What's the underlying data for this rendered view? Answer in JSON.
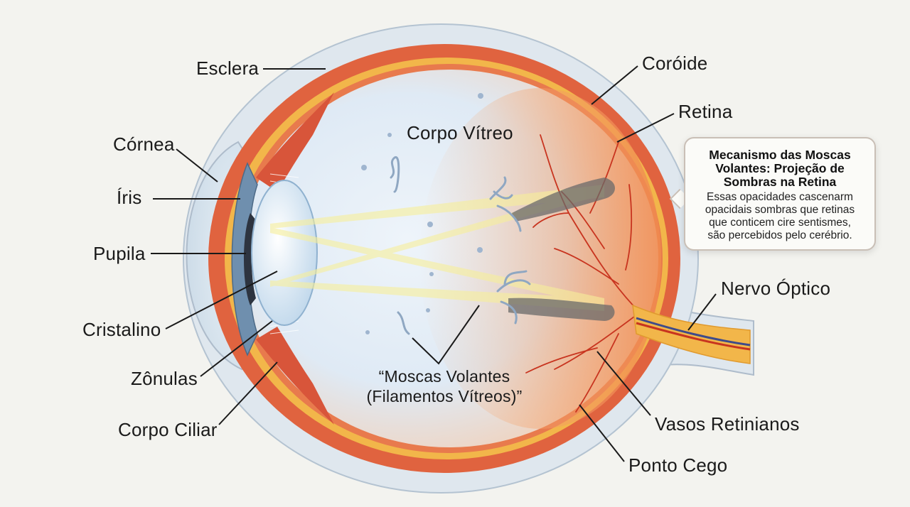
{
  "labels": {
    "esclera": "Esclera",
    "cornea": "Córnea",
    "iris": "Íris",
    "pupila": "Pupila",
    "cristalino": "Cristalino",
    "zonulas": "Zônulas",
    "corpo_ciliar": "Corpo Ciliar",
    "coroide": "Coróide",
    "retina": "Retina",
    "corpo_vitreo": "Corpo Vítreo",
    "nervo_optico": "Nervo Óptico",
    "vasos_retinianos": "Vasos Retinianos",
    "ponto_cego": "Ponto Cego",
    "moscas_line1": "“Moscas Volantes",
    "moscas_line2": "(Filamentos Vítreos)”"
  },
  "callout": {
    "title_line1": "Mecanismo das Moscas",
    "title_line2": "Volantes: Projeção de",
    "title_line3": "Sombras na Retina",
    "body_line1": "Essas opacidades cascenarm",
    "body_line2": "opacidais sombras que retinas",
    "body_line3": "que conticem cire sentismes,",
    "body_line4": "são percebidos pelo cerébrio."
  },
  "colors": {
    "background": "#f3f3ef",
    "sclera": "#dfe7ee",
    "choroid": "#e0633f",
    "retina": "#f2b64a",
    "vitreous": "#dde9f4",
    "iris": "#6f8fae",
    "vessel": "#c8341f",
    "light_ray": "#f7ef9a",
    "shadow": "#6a6a6a"
  }
}
